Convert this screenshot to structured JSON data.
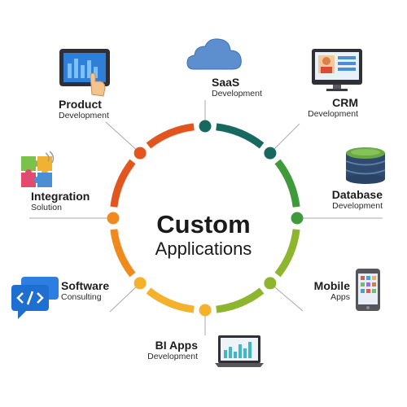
{
  "center": {
    "title": "Custom",
    "subtitle": "Applications"
  },
  "nodes": [
    {
      "title": "SaaS",
      "subtitle": "Development",
      "icon": "cloud-icon"
    },
    {
      "title": "CRM",
      "subtitle": "Development",
      "icon": "monitor-profile-icon"
    },
    {
      "title": "Database",
      "subtitle": "Development",
      "icon": "database-icon"
    },
    {
      "title": "Mobile",
      "subtitle": "Apps",
      "icon": "smartphone-icon"
    },
    {
      "title": "BI Apps",
      "subtitle": "Development",
      "icon": "laptop-chart-icon"
    },
    {
      "title": "Software",
      "subtitle": "Consulting",
      "icon": "code-bubble-icon"
    },
    {
      "title": "Integration",
      "subtitle": "Solution",
      "icon": "puzzle-icon"
    },
    {
      "title": "Product",
      "subtitle": "Development",
      "icon": "tablet-touch-icon"
    }
  ],
  "colors": {
    "teal": "#17695f",
    "green": "#3f9a3c",
    "olive": "#8db52d",
    "yellow": "#f3b12c",
    "orange": "#f08a1d",
    "red_orange": "#e2551e",
    "cloud": "#5d8fcf",
    "database": "#2f4a6f",
    "database_top": "#6aa942"
  }
}
